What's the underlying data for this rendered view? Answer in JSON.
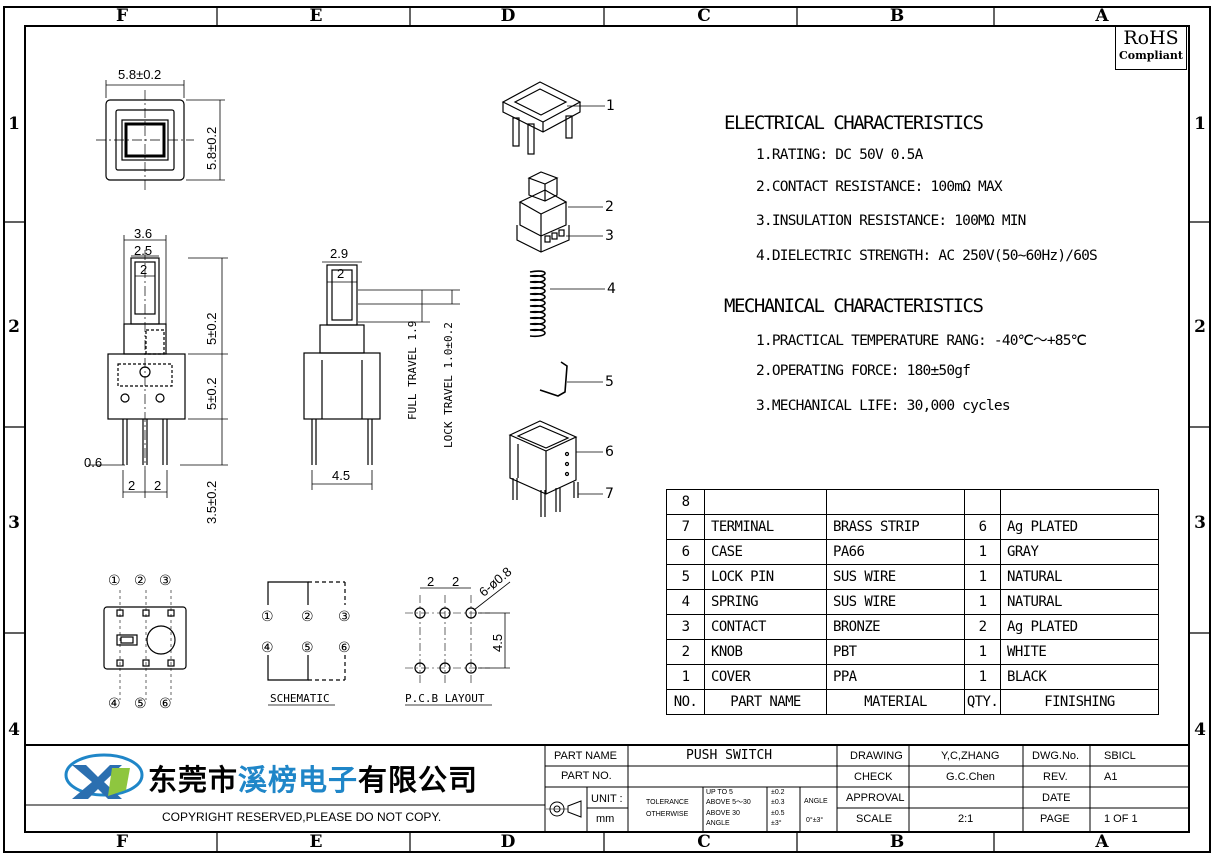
{
  "zones": {
    "top": [
      "F",
      "E",
      "D",
      "C",
      "B",
      "A"
    ],
    "bottom": [
      "F",
      "E",
      "D",
      "C",
      "B",
      "A"
    ],
    "left": [
      "1",
      "2",
      "3",
      "4"
    ],
    "right": [
      "1",
      "2",
      "3",
      "4"
    ]
  },
  "rohs": {
    "title": "RoHS",
    "sub": "Compliant"
  },
  "electrical": {
    "title": "ELECTRICAL CHARACTERISTICS",
    "items": [
      "1.RATING: DC 50V 0.5A",
      "2.CONTACT RESISTANCE: 100mΩ MAX",
      "3.INSULATION RESISTANCE: 100MΩ MIN",
      "4.DIELECTRIC STRENGTH: AC 250V(50~60Hz)/60S"
    ]
  },
  "mechanical": {
    "title": "MECHANICAL CHARACTERISTICS",
    "items": [
      "1.PRACTICAL TEMPERATURE RANG: -40℃～+85℃",
      "2.OPERATING FORCE: 180±50gf",
      "3.MECHANICAL LIFE: 30,000 cycles"
    ]
  },
  "bom": {
    "rows": [
      [
        "8",
        "",
        "",
        "",
        ""
      ],
      [
        "7",
        "TERMINAL",
        "BRASS STRIP",
        "6",
        "Ag PLATED"
      ],
      [
        "6",
        "CASE",
        "PA66",
        "1",
        "GRAY"
      ],
      [
        "5",
        "LOCK PIN",
        "SUS WIRE",
        "1",
        "NATURAL"
      ],
      [
        "4",
        "SPRING",
        "SUS WIRE",
        "1",
        "NATURAL"
      ],
      [
        "3",
        "CONTACT",
        "BRONZE",
        "2",
        "Ag PLATED"
      ],
      [
        "2",
        "KNOB",
        "PBT",
        "1",
        "WHITE"
      ],
      [
        "1",
        "COVER",
        "PPA",
        "1",
        "BLACK"
      ]
    ],
    "header": [
      "NO.",
      "PART NAME",
      "MATERIAL",
      "QTY.",
      "FINISHING"
    ]
  },
  "dims": {
    "top_w": "5.8±0.2",
    "top_h": "5.8±0.2",
    "front_36": "3.6",
    "front_25": "2.5",
    "front_2": "2",
    "knob_h": "5±0.2",
    "body_h": "5±0.2",
    "pin_h": "3.5±0.2",
    "pin_w": "0.6",
    "pitch_a": "2",
    "pitch_b": "2",
    "side_29": "2.9",
    "side_2": "2",
    "side_45": "4.5",
    "full_travel": "FULL TRAVEL 1.9",
    "lock_travel": "LOCK TRAVEL 1.0±0.2",
    "pcb_2a": "2",
    "pcb_2b": "2",
    "pcb_hole": "6-ø0.8",
    "pcb_45": "4.5"
  },
  "pins": {
    "bottom_top": [
      "①",
      "②",
      "③"
    ],
    "bottom_bot": [
      "④",
      "⑤",
      "⑥"
    ],
    "schem_top": [
      "①",
      "②",
      "③"
    ],
    "schem_bot": [
      "④",
      "⑤",
      "⑥"
    ]
  },
  "labels": {
    "schematic": "SCHEMATIC",
    "pcb": "P.C.B LAYOUT"
  },
  "callouts": [
    "1",
    "2",
    "3",
    "4",
    "5",
    "6",
    "7"
  ],
  "company": {
    "pre": "东莞市",
    "hl": "溪榜电子",
    "post": "有限公司"
  },
  "copyright": "COPYRIGHT RESERVED,PLEASE DO NOT COPY.",
  "title_block": {
    "part_name_label": "PART NAME",
    "part_name": "PUSH SWITCH",
    "part_no_label": "PART NO.",
    "part_no": "",
    "unit_label": "UNIT :",
    "unit": "mm",
    "tol_a": "TOLERANCE",
    "tol_b": "OTHERWISE",
    "tol_r1": "UP TO 5",
    "tol_r2": "ABOVE 5～30",
    "tol_r3": "ABOVE 30",
    "tol_r4": "ANGLE",
    "tol_v1": "±0.2",
    "tol_v2": "±0.3",
    "tol_v3": "±0.5",
    "tol_v4": "±3°",
    "angle_label": "ANGLE",
    "angle_val": "0°±3°",
    "drawing_label": "DRAWING",
    "drawing": "Y,C,ZHANG",
    "check_label": "CHECK",
    "check": "G.C.Chen",
    "approval_label": "APPROVAL",
    "approval": "",
    "scale_label": "SCALE",
    "scale": "2:1",
    "dwg_label": "DWG.No.",
    "dwg": "SBICL",
    "rev_label": "REV.",
    "rev": "A1",
    "date_label": "DATE",
    "date": "",
    "page_label": "PAGE",
    "page": "1 OF 1"
  }
}
